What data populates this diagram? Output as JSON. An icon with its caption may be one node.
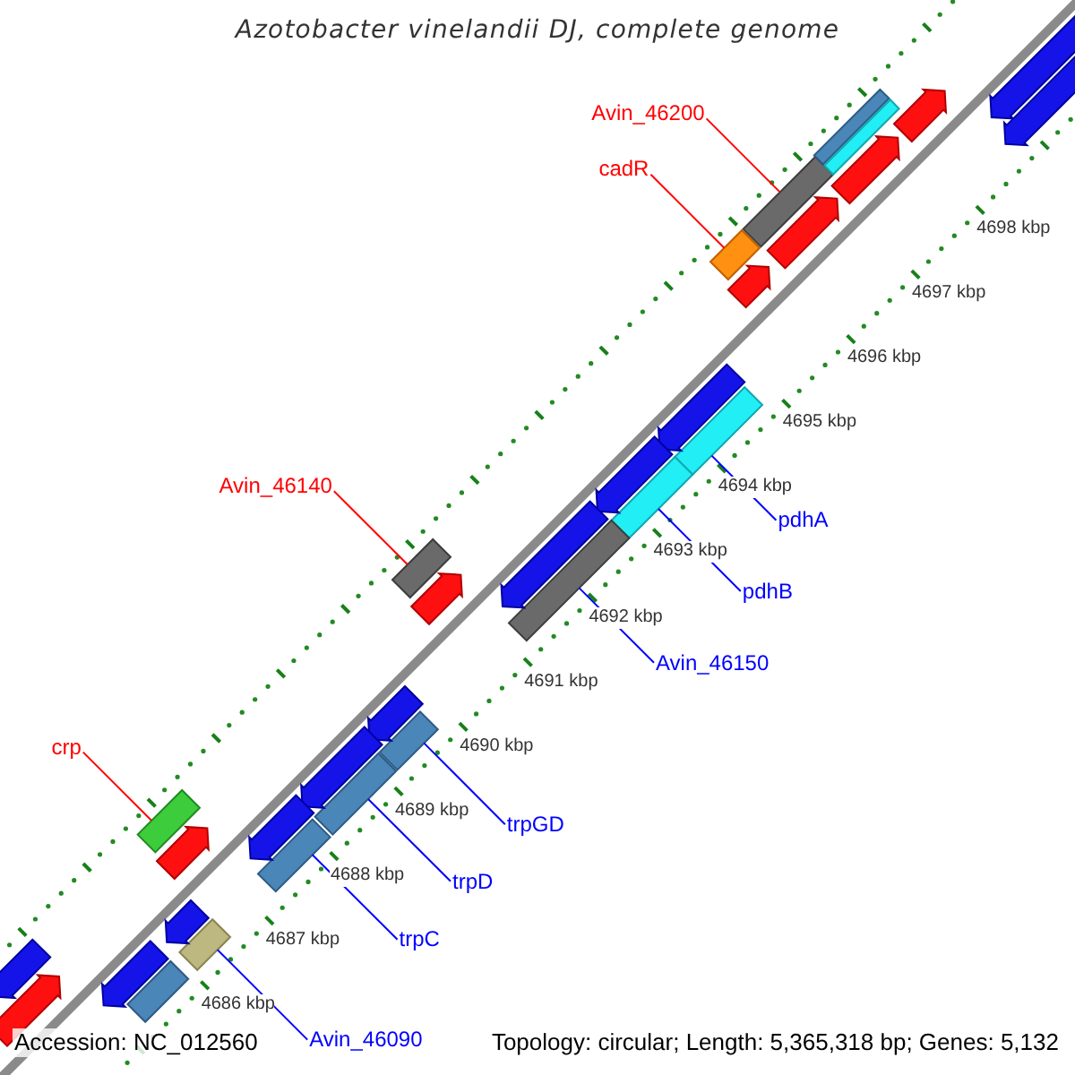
{
  "diagram": {
    "title": "Azotobacter vinelandii DJ, complete genome",
    "nodes": [
      {
        "text": [
          "Avin_46200"
        ]
      },
      {
        "text": [],
        "shape": "box"
      },
      {
        "text": [
          "cadR"
        ]
      },
      {
        "text": [],
        "shape": "box"
      },
      {
        "text": [
          "Avin_46140"
        ]
      },
      {
        "text": [],
        "shape": "box"
      },
      {
        "text": [
          "pdhA"
        ]
      },
      {
        "text": [],
        "shape": "box"
      },
      {
        "text": [
          "pdhB"
        ]
      },
      {
        "text": [],
        "shape": "box"
      },
      {
        "text": [
          "Avin_46150"
        ]
      },
      {
        "text": [],
        "shape": "box"
      },
      {
        "text": [
          "crp"
        ]
      },
      {
        "text": [],
        "shape": "box"
      },
      {
        "text": [
          "trpGD"
        ]
      },
      {
        "text": [],
        "shape": "box"
      },
      {
        "text": [
          "trpD"
        ]
      },
      {
        "text": [],
        "shape": "box"
      },
      {
        "text": [
          "trpC"
        ]
      },
      {
        "text": [],
        "shape": "box"
      },
      {
        "text": [
          "Avin_46090"
        ]
      },
      {
        "text": [],
        "shape": "box"
      },
      {
        "text": [],
        "shape": "arrow"
      },
      {
        "text": [],
        "shape": "arrow"
      },
      {
        "text": [],
        "shape": "arrow"
      },
      {
        "text": [],
        "shape": "arrow"
      },
      {
        "text": [],
        "shape": "arrow"
      },
      {
        "text": [],
        "shape": "arrow"
      },
      {
        "text": [],
        "shape": "arrow"
      },
      {
        "text": [],
        "shape": "box"
      },
      {
        "text": [],
        "shape": "box"
      },
      {
        "text": [],
        "shape": "arrow"
      },
      {
        "text": [],
        "shape": "arrow"
      },
      {
        "text": [],
        "shape": "arrow"
      },
      {
        "text": [],
        "shape": "arrow"
      },
      {
        "text": [],
        "shape": "arrow"
      },
      {
        "text": [],
        "shape": "arrow"
      },
      {
        "text": [],
        "shape": "arrow"
      },
      {
        "text": [],
        "shape": "arrow"
      },
      {
        "text": [],
        "shape": "arrow"
      },
      {
        "text": [],
        "shape": "arrow"
      },
      {
        "text": [],
        "shape": "arrow"
      },
      {
        "text": [],
        "shape": "box"
      }
    ],
    "edges": [
      {
        "from": 0,
        "to": 1,
        "arrow": "none",
        "color": "#ff0000"
      },
      {
        "from": 2,
        "to": 3,
        "arrow": "none",
        "color": "#ff0000"
      },
      {
        "from": 4,
        "to": 5,
        "arrow": "none",
        "color": "#ff0000"
      },
      {
        "from": 6,
        "to": 7,
        "arrow": "none"
      },
      {
        "from": 8,
        "to": 9,
        "arrow": "none"
      },
      {
        "from": 10,
        "to": 11,
        "arrow": "none"
      },
      {
        "from": 12,
        "to": 13,
        "arrow": "none",
        "color": "#ff0000"
      },
      {
        "from": 14,
        "to": 15,
        "arrow": "none"
      },
      {
        "from": 16,
        "to": 17,
        "arrow": "none"
      },
      {
        "from": 18,
        "to": 19,
        "arrow": "none"
      },
      {
        "from": 20,
        "to": 21,
        "arrow": "none"
      }
    ],
    "labels": [
      "4698 kbp",
      "4697 kbp",
      "4696 kbp",
      "4695 kbp",
      "4694 kbp",
      "4693 kbp",
      "4692 kbp",
      "4691 kbp",
      "4690 kbp",
      "4689 kbp",
      "4688 kbp",
      "4687 kbp",
      "4686 kbp",
      "Accession: NC_012560",
      "Topology: circular; Length: 5,365,318 bp; Genes: 5,132"
    ]
  }
}
